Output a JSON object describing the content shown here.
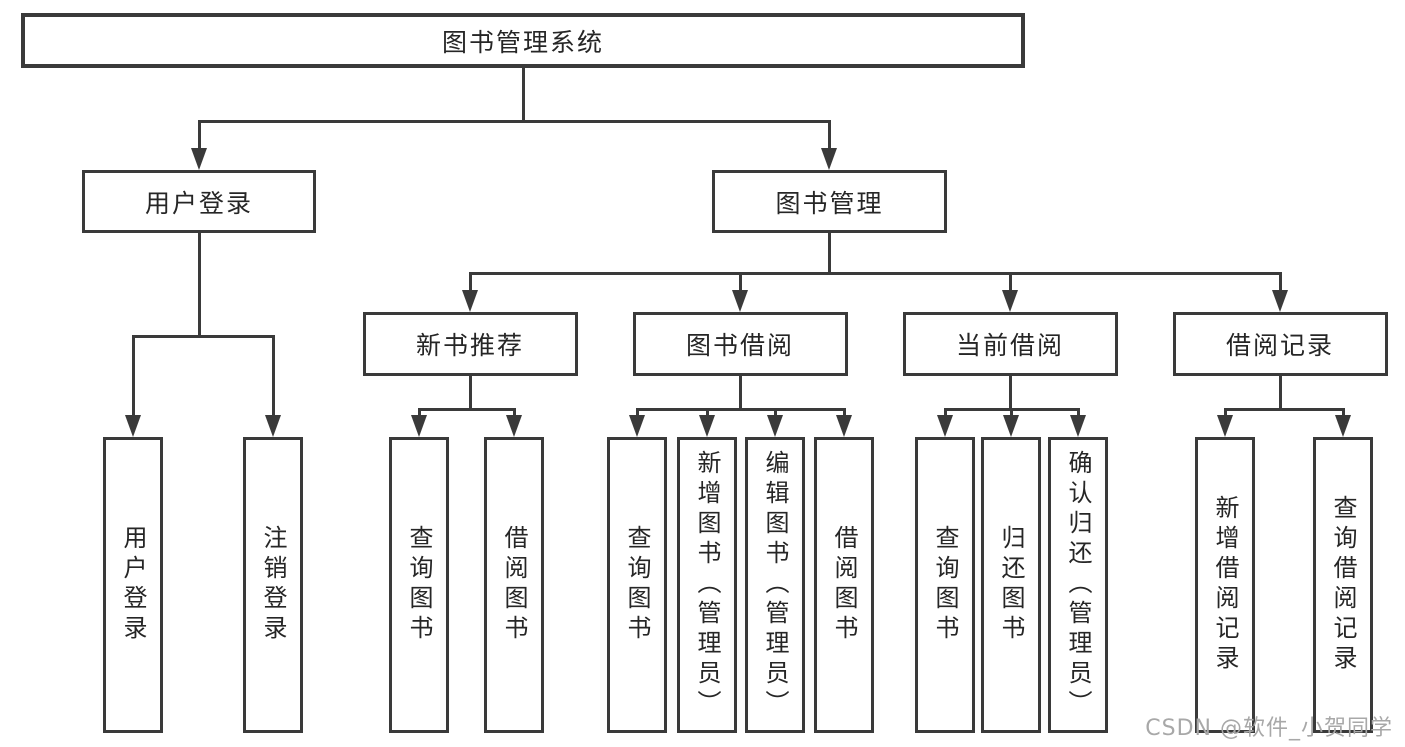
{
  "colors": {
    "line": "#3a3a3a",
    "text": "#262626",
    "background": "#ffffff",
    "watermark": "#a8a8a8"
  },
  "tree": {
    "label": "图书管理系统",
    "children": [
      {
        "label": "用户登录",
        "children": [
          {
            "label": "用户登录"
          },
          {
            "label": "注销登录"
          }
        ]
      },
      {
        "label": "图书管理",
        "children": [
          {
            "label": "新书推荐",
            "children": [
              {
                "label": "查询图书"
              },
              {
                "label": "借阅图书"
              }
            ]
          },
          {
            "label": "图书借阅",
            "children": [
              {
                "label": "查询图书"
              },
              {
                "label": "新增图书（管理员）"
              },
              {
                "label": "编辑图书（管理员）"
              },
              {
                "label": "借阅图书"
              }
            ]
          },
          {
            "label": "当前借阅",
            "children": [
              {
                "label": "查询图书"
              },
              {
                "label": "归还图书"
              },
              {
                "label": "确认归还（管理员）"
              }
            ]
          },
          {
            "label": "借阅记录",
            "children": [
              {
                "label": "新增借阅记录"
              },
              {
                "label": "查询借阅记录"
              }
            ]
          }
        ]
      }
    ]
  },
  "watermark": {
    "text": "CSDN @软件_小贺同学"
  }
}
